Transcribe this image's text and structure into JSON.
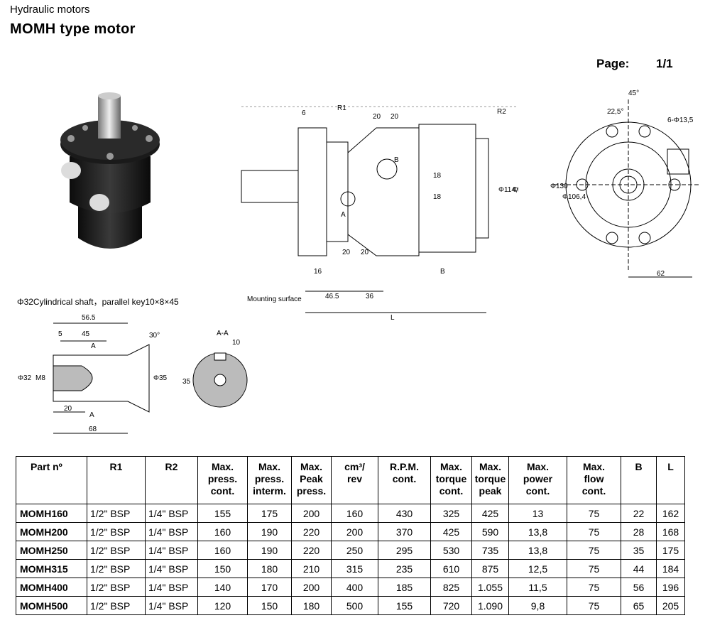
{
  "header": {
    "category": "Hydraulic motors",
    "title": "MOMH type motor",
    "page_label": "Page:",
    "page_value": "1/1"
  },
  "drawings": {
    "shaft_note": "Φ32Cylindrical shaft，parallel key10×8×45",
    "mounting_surface": "Mounting surface",
    "main_dims": [
      "6",
      "R1",
      "20",
      "20",
      "R2",
      "B",
      "18",
      "18",
      "A",
      "Φ114,5",
      "Φ117",
      "20",
      "20",
      "16",
      "B",
      "46.5",
      "36",
      "L"
    ],
    "front_dims": [
      "45°",
      "22,5°",
      "6-Φ13,5",
      "Φ130",
      "Φ106,4",
      "62"
    ],
    "shaft_dims": [
      "56.5",
      "5",
      "45",
      "A",
      "30°",
      "M8",
      "Φ32",
      "Φ35",
      "20",
      "A",
      "68"
    ],
    "section_dims": [
      "A-A",
      "10",
      "35"
    ]
  },
  "table": {
    "headers": [
      [
        "Part nº"
      ],
      [
        "R1"
      ],
      [
        "R2"
      ],
      [
        "Max.",
        "press.",
        "cont."
      ],
      [
        "Max.",
        "press.",
        "interm."
      ],
      [
        "Max.",
        "Peak",
        "press."
      ],
      [
        "cm³/",
        "rev"
      ],
      [
        "R.P.M.",
        "cont."
      ],
      [
        "Max.",
        "torque",
        "cont."
      ],
      [
        "Max.",
        "torque",
        "peak"
      ],
      [
        "Max.",
        "power",
        "cont."
      ],
      [
        "Max.",
        "flow",
        "cont."
      ],
      [
        "B"
      ],
      [
        "L"
      ]
    ],
    "rows": [
      [
        "MOMH160",
        "1/2\" BSP",
        "1/4\" BSP",
        "155",
        "175",
        "200",
        "160",
        "430",
        "325",
        "425",
        "13",
        "75",
        "22",
        "162"
      ],
      [
        "MOMH200",
        "1/2\" BSP",
        "1/4\" BSP",
        "160",
        "190",
        "220",
        "200",
        "370",
        "425",
        "590",
        "13,8",
        "75",
        "28",
        "168"
      ],
      [
        "MOMH250",
        "1/2\" BSP",
        "1/4\" BSP",
        "160",
        "190",
        "220",
        "250",
        "295",
        "530",
        "735",
        "13,8",
        "75",
        "35",
        "175"
      ],
      [
        "MOMH315",
        "1/2\" BSP",
        "1/4\" BSP",
        "150",
        "180",
        "210",
        "315",
        "235",
        "610",
        "875",
        "12,5",
        "75",
        "44",
        "184"
      ],
      [
        "MOMH400",
        "1/2\" BSP",
        "1/4\" BSP",
        "140",
        "170",
        "200",
        "400",
        "185",
        "825",
        "1.055",
        "11,5",
        "75",
        "56",
        "196"
      ],
      [
        "MOMH500",
        "1/2\" BSP",
        "1/4\" BSP",
        "120",
        "150",
        "180",
        "500",
        "155",
        "720",
        "1.090",
        "9,8",
        "75",
        "65",
        "205"
      ]
    ]
  }
}
